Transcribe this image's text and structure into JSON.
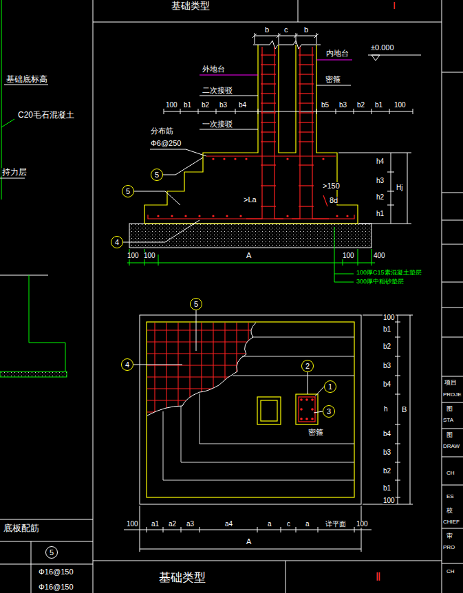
{
  "diagram": {
    "nodes": [
      {
        "text": [
          "5"
        ]
      },
      {
        "text": [
          "5"
        ]
      },
      {
        "text": [
          "4"
        ]
      },
      {
        "text": [
          "5"
        ]
      },
      {
        "text": [
          "4"
        ]
      },
      {
        "text": [
          "2"
        ]
      },
      {
        "text": [
          "1"
        ]
      },
      {
        "text": [
          "3"
        ]
      },
      {
        "text": [
          "5"
        ]
      }
    ],
    "labels": [
      "基础类型",
      "Ⅰ",
      "基础底标高",
      "C20毛石混凝土",
      "持力层",
      "b",
      "c",
      "b",
      "内地台",
      "±0.000",
      "外地台",
      "二次接驳",
      "密箍",
      "100",
      "b1",
      "b2",
      "b3",
      "b4",
      "b5",
      "b3",
      "b2",
      "b1",
      "100",
      "一次接驳",
      "分布筋",
      "Φ6@250",
      ">150",
      "8d",
      ">La",
      "h4",
      "h3",
      "Hj",
      "h2",
      "h1",
      "100",
      "100",
      "A",
      "100",
      "400",
      "100厚C15素混凝土垫层",
      "300厚中粗砂垫层",
      "100",
      "b1",
      "b2",
      "b3",
      "b4",
      "h",
      "B",
      "b4",
      "b3",
      "b2",
      "b1",
      "100",
      "密箍",
      "100",
      "a1",
      "a2",
      "a3",
      "a4",
      "a",
      "c",
      "a",
      "详平面",
      "100",
      "A",
      "底板配筋",
      "Φ16@150",
      "Φ16@150",
      "基础类型",
      "Ⅱ",
      "项目",
      "PROJE",
      "图",
      "STA",
      "图",
      "DRAW",
      "CH",
      "ES",
      "校",
      "CHIEF",
      "审",
      "PRO",
      "CH"
    ]
  }
}
